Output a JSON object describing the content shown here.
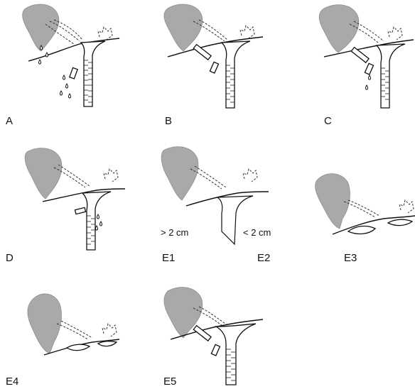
{
  "panels": [
    {
      "id": "A",
      "label": "A"
    },
    {
      "id": "B",
      "label": "B"
    },
    {
      "id": "C",
      "label": "C"
    },
    {
      "id": "D",
      "label": "D"
    },
    {
      "id": "E12",
      "label_left": "E1",
      "label_right": "E2",
      "annot_left": "> 2 cm",
      "annot_right": "< 2 cm"
    },
    {
      "id": "E3",
      "label": "E3"
    },
    {
      "id": "E4",
      "label": "E4"
    },
    {
      "id": "E5",
      "label": "E5"
    }
  ]
}
